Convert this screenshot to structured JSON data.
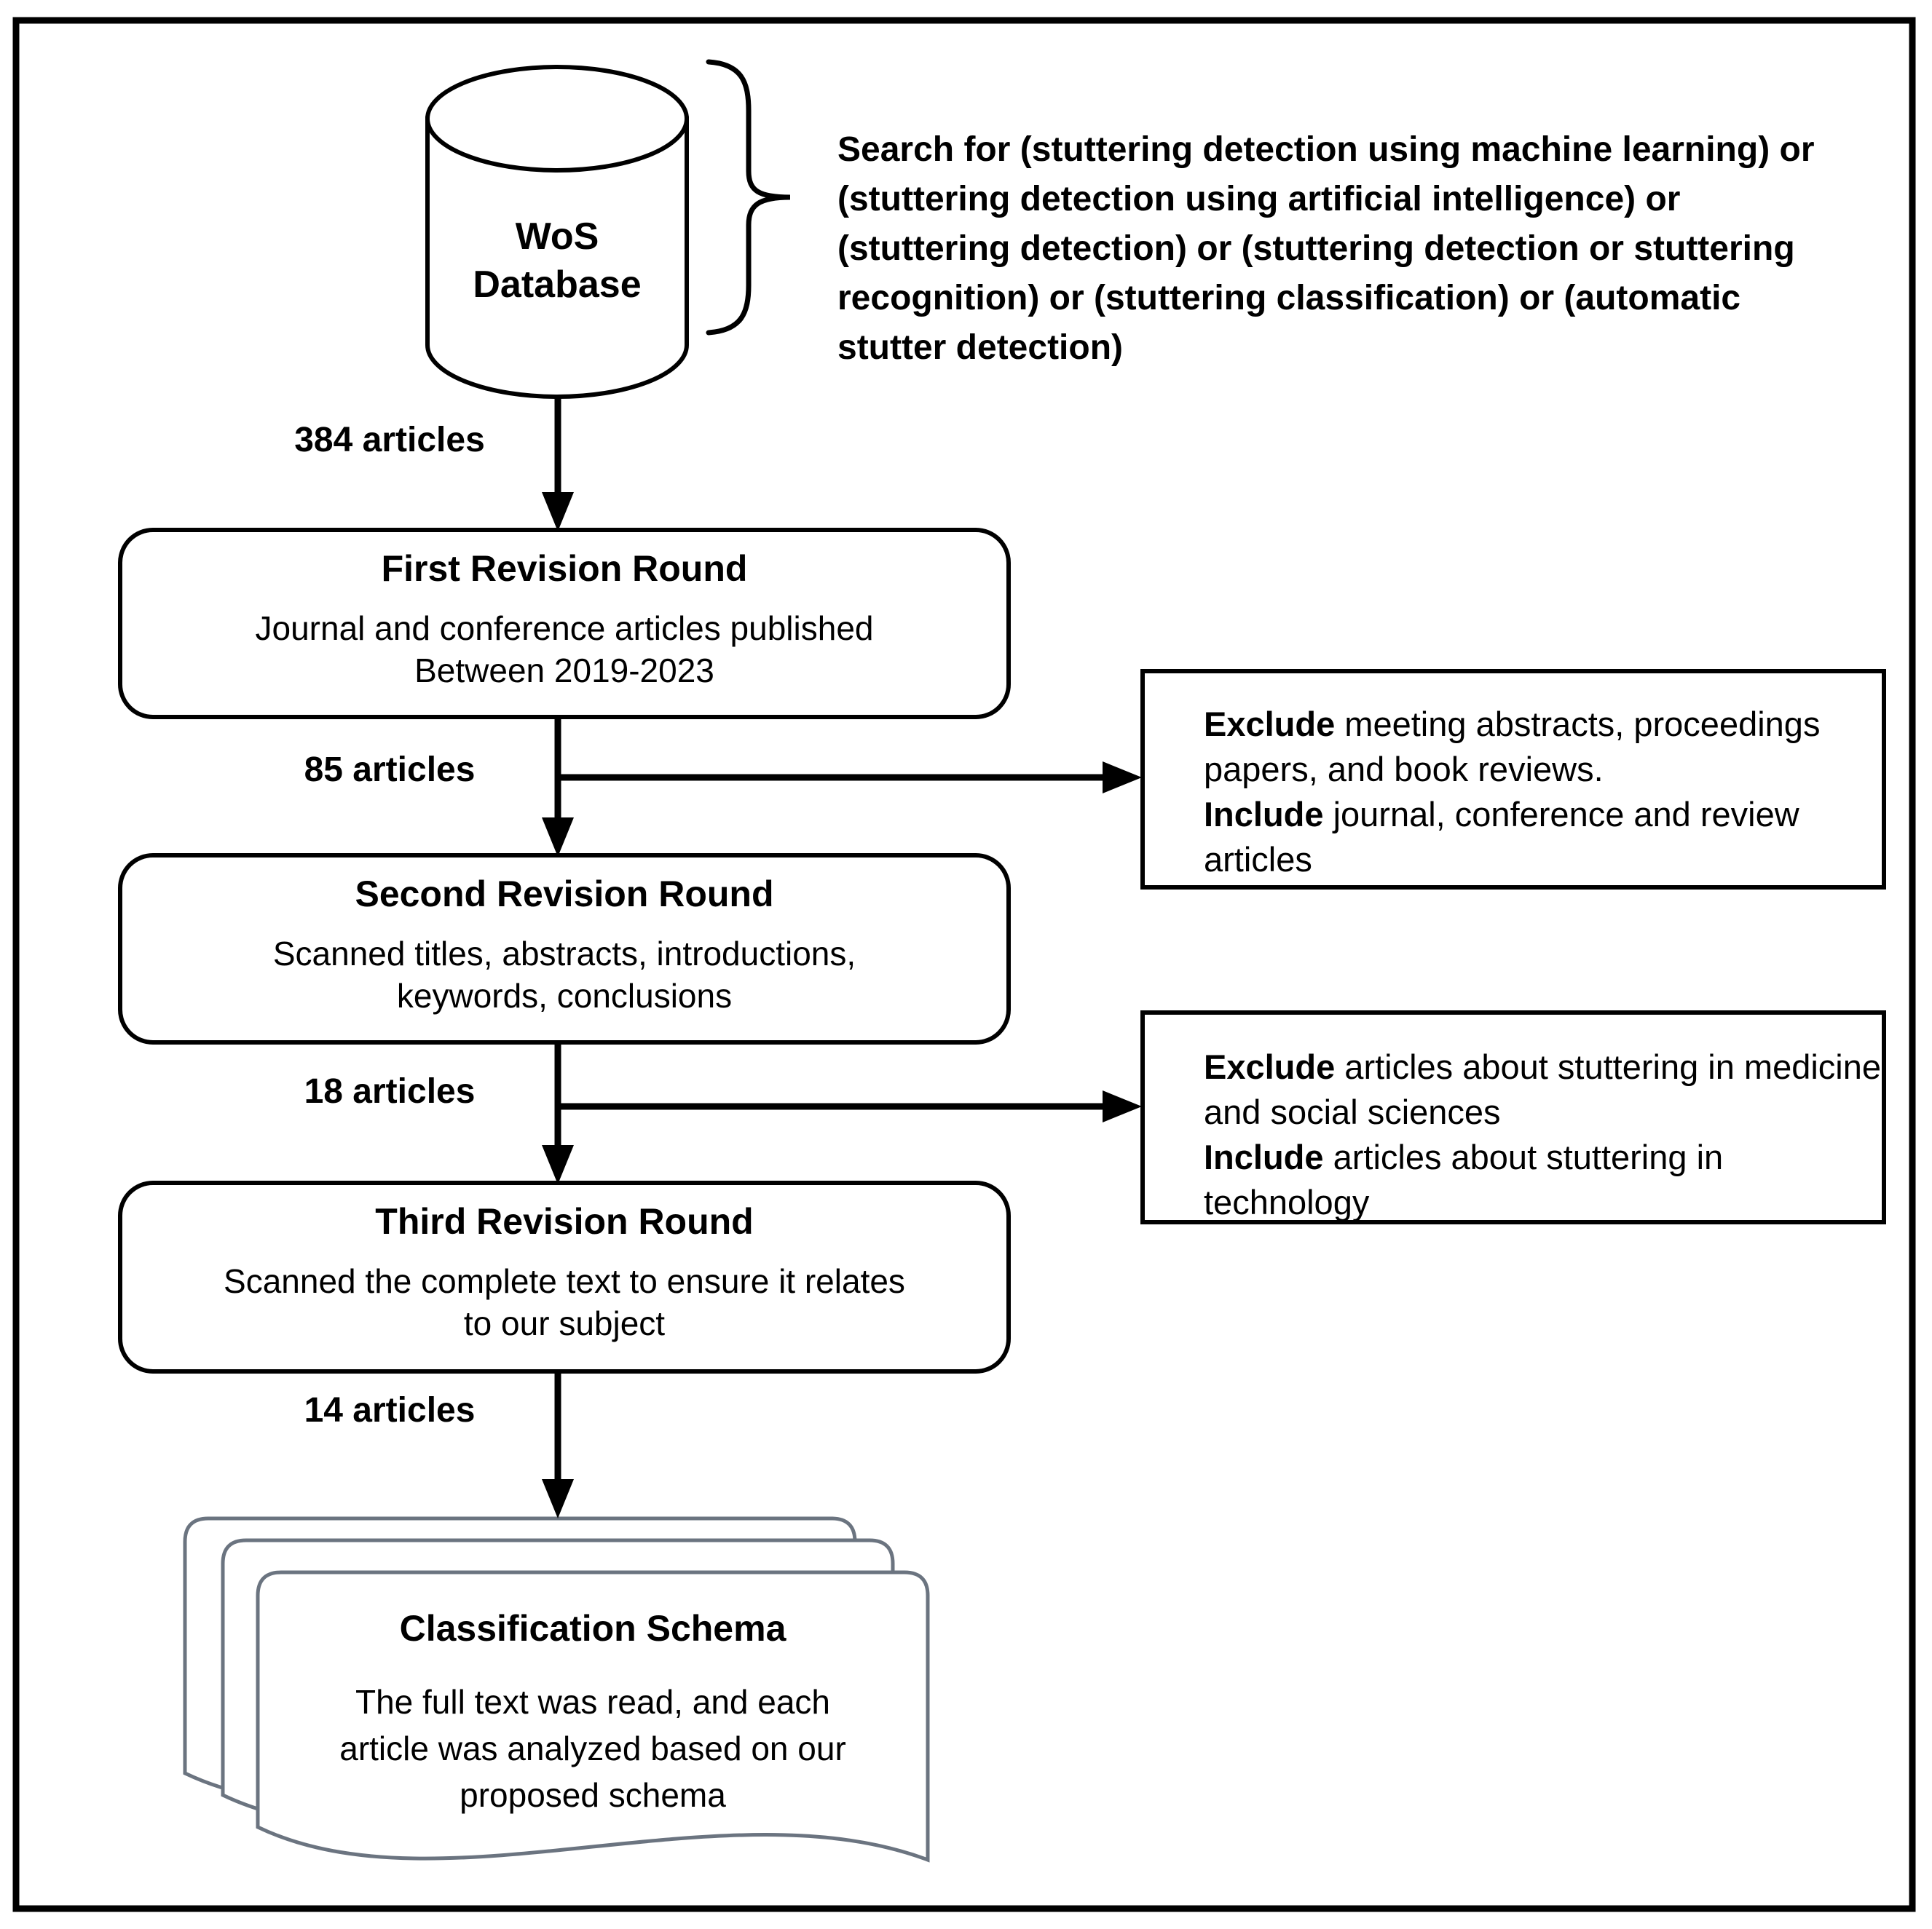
{
  "figure": {
    "database": {
      "line1": "WoS",
      "line2": "Database"
    },
    "search_query": {
      "lines": [
        "Search for (stuttering detection using machine learning) or",
        "(stuttering detection using artificial intelligence) or",
        "(stuttering detection) or (stuttering detection or stuttering",
        "recognition) or (stuttering classification) or (automatic",
        "stutter detection)"
      ]
    },
    "counts": [
      "384 articles",
      "85 articles",
      "18 articles",
      "14 articles"
    ],
    "rounds": [
      {
        "title": "First Revision Round",
        "body": [
          "Journal and conference articles published",
          "Between 2019-2023"
        ]
      },
      {
        "title": "Second Revision Round",
        "body": [
          "Scanned titles, abstracts, introductions,",
          "keywords, conclusions"
        ]
      },
      {
        "title": "Third Revision Round",
        "body": [
          "Scanned the complete text to ensure it relates",
          "to our subject"
        ]
      }
    ],
    "criteria": [
      {
        "lines": [
          {
            "bold": "Exclude",
            "rest": " meeting abstracts, proceedings"
          },
          {
            "bold": "",
            "rest": "papers, and book reviews."
          },
          {
            "bold": "Include",
            "rest": " journal, conference and review"
          },
          {
            "bold": "",
            "rest": "articles"
          }
        ]
      },
      {
        "lines": [
          {
            "bold": "Exclude",
            "rest": " articles about stuttering in medicine"
          },
          {
            "bold": "",
            "rest": "and social sciences"
          },
          {
            "bold": "Include",
            "rest": " articles about stuttering in"
          },
          {
            "bold": "",
            "rest": "technology"
          }
        ]
      }
    ],
    "schema_doc": {
      "title": "Classification Schema",
      "body": [
        "The full text was read, and each",
        "article was analyzed based on our",
        "proposed schema"
      ]
    },
    "colors": {
      "stroke": "#000000",
      "page_stroke": "#6b7480",
      "background": "#ffffff"
    }
  }
}
